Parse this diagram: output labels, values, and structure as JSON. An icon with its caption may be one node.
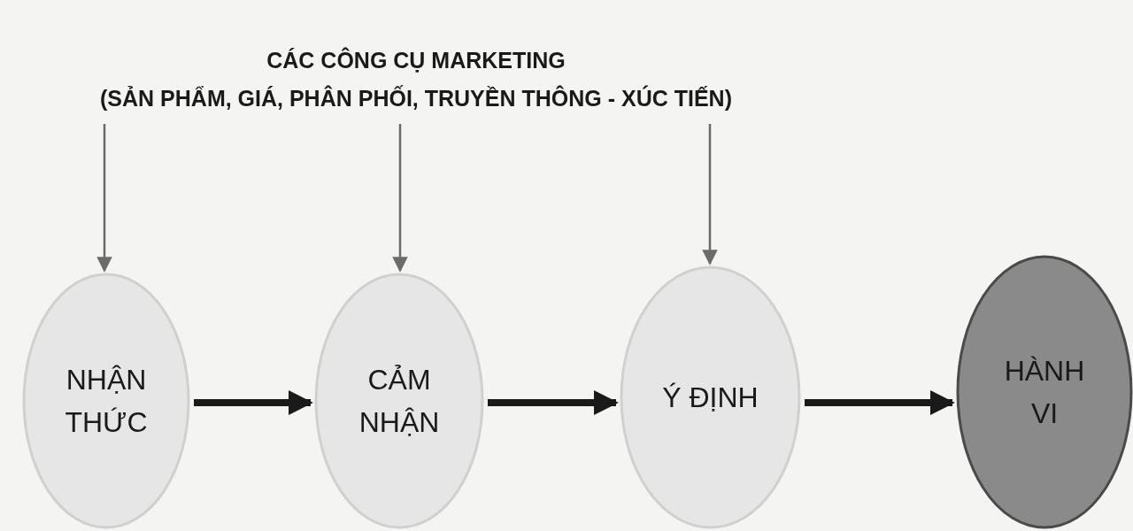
{
  "diagram": {
    "nodes": [
      {
        "text": [
          "CÁC CÔNG CỤ MARKETING",
          "(SẢN PHẨM, GIÁ, PHÂN PHỐI, TRUYỀN THÔNG - XÚC TIẾN)"
        ]
      },
      {
        "text": [
          "NHẬN THỨC"
        ]
      },
      {
        "text": [
          "CẢM NHẬN"
        ]
      },
      {
        "text": [
          "Ý ĐỊNH"
        ]
      },
      {
        "text": [
          "HÀNH VI"
        ]
      }
    ],
    "edges": [
      {
        "from": 0,
        "to": 1,
        "arrow": "to"
      },
      {
        "from": 0,
        "to": 2,
        "arrow": "to"
      },
      {
        "from": 0,
        "to": 3,
        "arrow": "to"
      },
      {
        "from": 1,
        "to": 2,
        "arrow": "to",
        "style": "thick"
      },
      {
        "from": 2,
        "to": 3,
        "arrow": "to",
        "style": "thick"
      },
      {
        "from": 3,
        "to": 4,
        "arrow": "to",
        "style": "thick"
      }
    ]
  }
}
